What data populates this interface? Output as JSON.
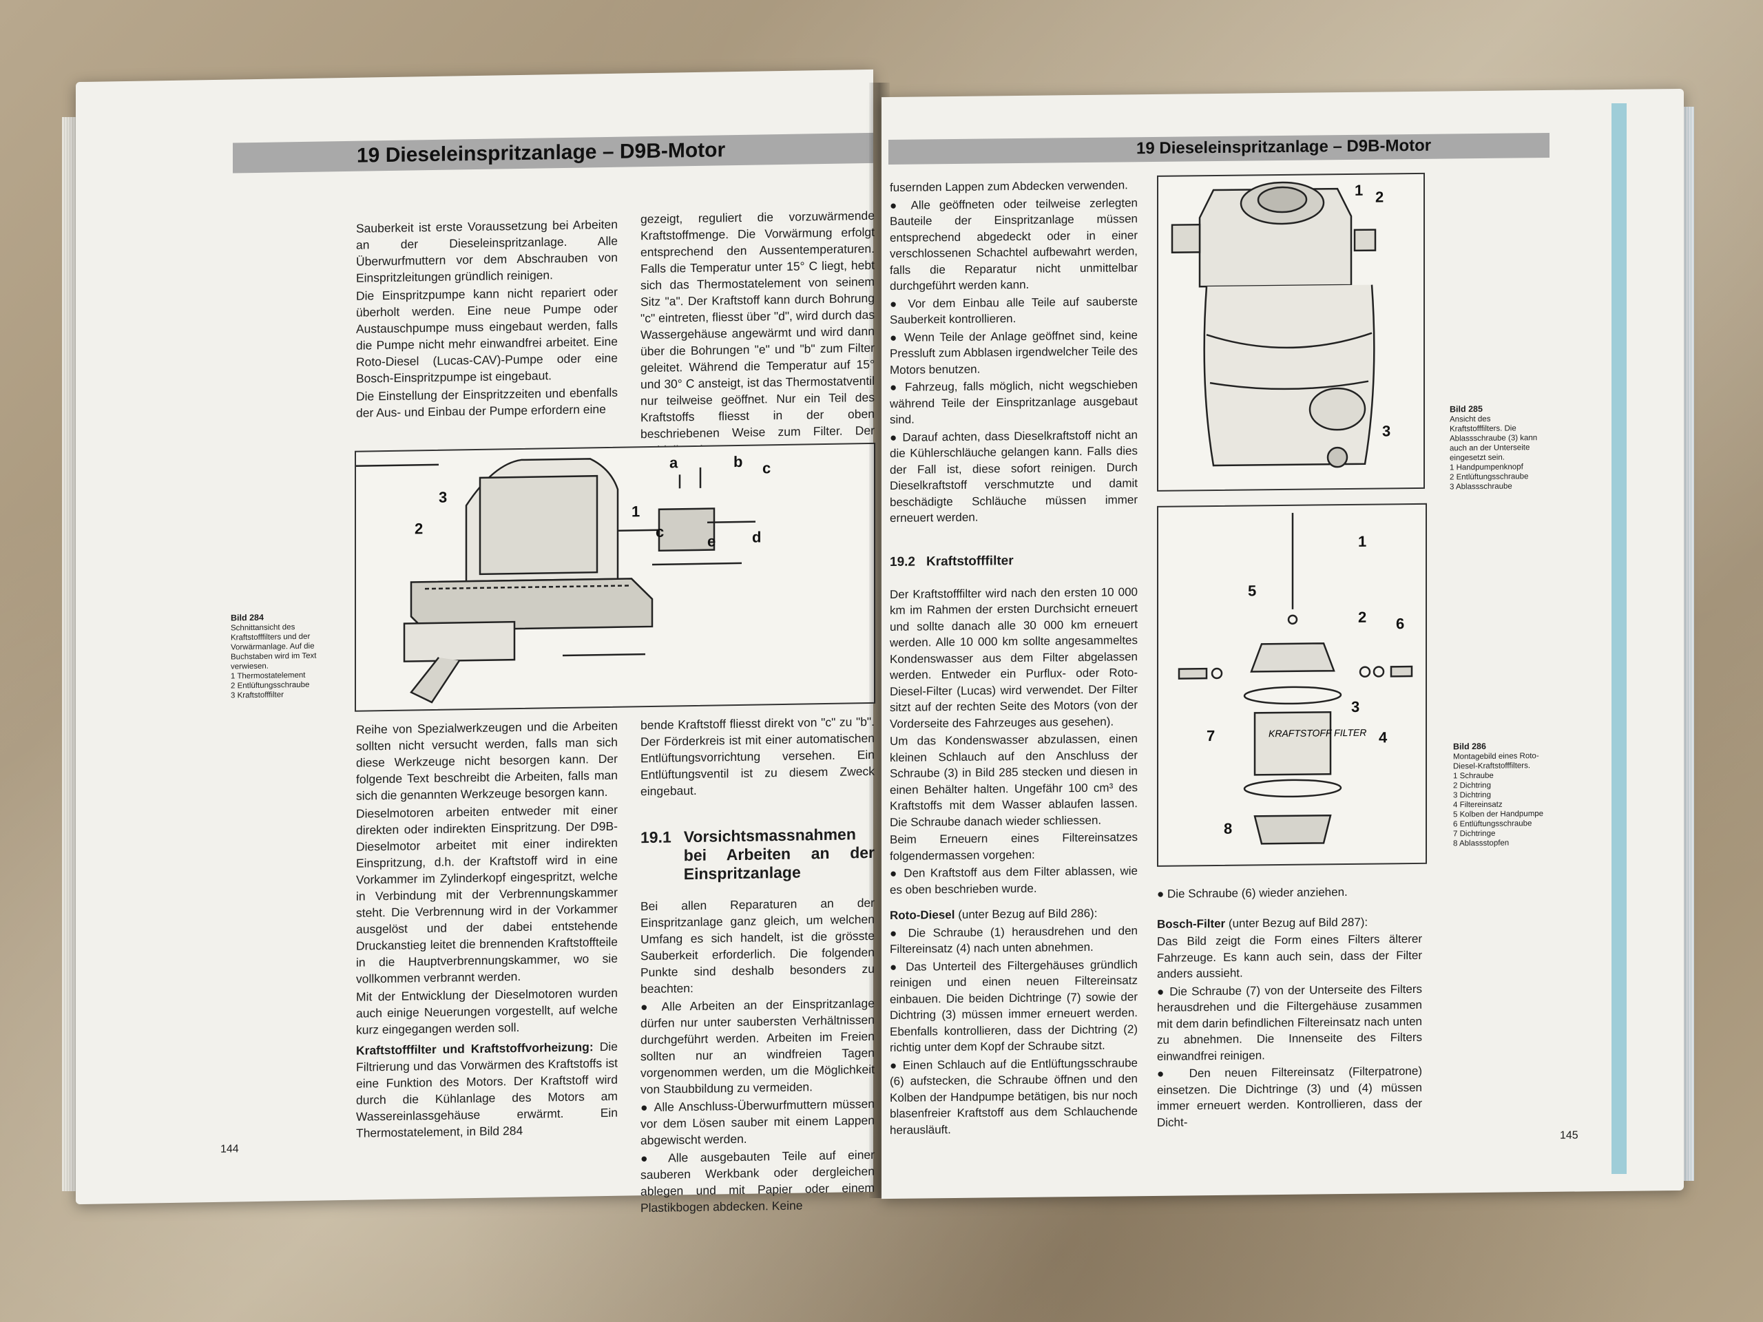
{
  "header": {
    "left_title": "19 Dieseleinspritzanlage – D9B-Motor",
    "right_title": "19 Dieseleinspritzanlage – D9B-Motor"
  },
  "left": {
    "page_number": "144",
    "col1": [
      "Sauberkeit ist erste Voraussetzung bei Arbeiten an der Dieseleinspritzanlage. Alle Überwurfmuttern vor dem Abschrauben von Einspritzleitungen gründlich reinigen.",
      "Die Einspritzpumpe kann nicht repariert oder überholt werden. Eine neue Pumpe oder Austauschpumpe muss eingebaut werden, falls die Pumpe nicht mehr einwandfrei arbeitet. Eine Roto-Diesel (Lucas-CAV)-Pumpe oder eine Bosch-Einspritzpumpe ist eingebaut.",
      "Die Einstellung der Einspritzzeiten und ebenfalls der Aus- und Einbau der Pumpe erfordern eine"
    ],
    "col2": [
      "gezeigt, reguliert die vorzuwärmende Kraftstoffmenge. Die Vorwärmung erfolgt entsprechend den Aussentemperaturen. Falls die Temperatur unter 15° C liegt, hebt sich das Thermostatelement von seinem Sitz \"a\". Der Kraftstoff kann durch Bohrung \"c\" eintreten, fliesst über \"d\", wird durch das Wassergehäuse angewärmt und wird dann über die Bohrungen \"e\" und \"b\" zum Filter geleitet. Während die Temperatur auf 15° und 30° C ansteigt, ist das Thermostatventil nur teilweise geöffnet. Nur ein Teil des Kraftstoffs fliesst in der oben beschriebenen Weise zum Filter. Der verbleibende"
    ],
    "fig284": {
      "caption_title": "Bild 284",
      "caption_text": "Schnittansicht des Kraftstofffilters und der Vorwärmanlage. Auf die Buchstaben wird im Text verwiesen.",
      "items": [
        "1  Thermostatelement",
        "2  Entlüftungsschraube",
        "3  Kraftstofffilter"
      ],
      "labels": [
        "1",
        "2",
        "3",
        "a",
        "b",
        "c",
        "d",
        "e",
        "c"
      ]
    },
    "col1b": [
      "Reihe von Spezialwerkzeugen und die Arbeiten sollten nicht versucht werden, falls man sich diese Werkzeuge nicht besorgen kann. Der folgende Text beschreibt die Arbeiten, falls man sich die genannten Werkzeuge besorgen kann.",
      "Dieselmotoren arbeiten entweder mit einer direkten oder indirekten Einspritzung. Der D9B-Dieselmotor arbeitet mit einer indirekten Einspritzung, d.h. der Kraftstoff wird in eine Vorkammer im Zylinderkopf eingespritzt, welche in Verbindung mit der Verbrennungskammer steht. Die Verbrennung wird in der Vorkammer ausgelöst und der dabei entstehende Druckanstieg leitet die brennenden Kraftstoffteile in die Hauptverbrennungskammer, wo sie vollkommen verbrannt werden.",
      "Mit der Entwicklung der Dieselmotoren wurden auch einige Neuerungen vorgestellt, auf welche kurz eingegangen werden soll."
    ],
    "col1b_heading": "Kraftstofffilter und Kraftstoffvorheizung:",
    "col1b_tail": "Die Filtrierung und das Vorwärmen des Kraftstoffs ist eine Funktion des Motors. Der Kraftstoff wird durch die Kühlanlage des Motors am Wassereinlassgehäuse erwärmt. Ein Thermostatelement, in Bild 284",
    "col2b": "bende Kraftstoff fliesst direkt von \"c\" zu \"b\". Der Förderkreis ist mit einer automatischen Entlüftungsvorrichtung versehen. Ein Entlüftungsventil ist zu diesem Zweck eingebaut.",
    "section_number": "19.1",
    "section_title": "Vorsichtsmassnahmen bei Arbeiten an der Einspritzanlage",
    "col2c": [
      "Bei allen Reparaturen an der Einspritzanlage ganz gleich, um welchen Umfang es sich handelt, ist die grösste Sauberkeit erforderlich. Die folgenden Punkte sind deshalb besonders zu beachten:"
    ],
    "col2c_bullets": [
      "Alle Arbeiten an der Einspritzanlage dürfen nur unter saubersten Verhältnissen durchgeführt werden. Arbeiten im Freien sollten nur an windfreien Tagen vorgenommen werden, um die Möglichkeit von Staubbildung zu vermeiden.",
      "Alle Anschluss-Überwurfmuttern müssen vor dem Lösen sauber mit einem Lappen abgewischt werden.",
      "Alle ausgebauten Teile auf einer sauberen Werkbank oder dergleichen ablegen und mit Papier oder einem Plastikbogen abdecken. Keine"
    ]
  },
  "right": {
    "page_number": "145",
    "col1_intro": "fusernden Lappen zum Abdecken verwenden.",
    "col1_bullets": [
      "Alle geöffneten oder teilweise zerlegten Bauteile der Einspritzanlage müssen entsprechend abgedeckt oder in einer verschlossenen Schachtel aufbewahrt werden, falls die Reparatur nicht unmittelbar durchgeführt werden kann.",
      "Vor dem Einbau alle Teile auf sauberste Sauberkeit kontrollieren.",
      "Wenn Teile der Anlage geöffnet sind, keine Pressluft zum Abblasen irgendwelcher Teile des Motors benutzen.",
      "Fahrzeug, falls möglich, nicht wegschieben während Teile der Einspritzanlage ausgebaut sind.",
      "Darauf achten, dass Dieselkraftstoff nicht an die Kühlerschläuche gelangen kann. Falls dies der Fall ist, diese sofort reinigen. Durch Dieselkraftstoff verschmutzte und damit beschädigte Schläuche müssen immer erneuert werden."
    ],
    "section_number": "19.2",
    "section_title": "Kraftstofffilter",
    "col1b": [
      "Der Kraftstofffilter wird nach den ersten 10 000 km im Rahmen der ersten Durchsicht erneuert und sollte danach alle 30 000 km erneuert werden. Alle 10 000 km sollte angesammeltes Kondenswasser aus dem Filter abgelassen werden. Entweder ein Purflux- oder Roto-Diesel-Filter (Lucas) wird verwendet. Der Filter sitzt auf der rechten Seite des Motors (von der Vorderseite des Fahrzeuges aus gesehen).",
      "Um das Kondenswasser abzulassen, einen kleinen Schlauch auf den Anschluss der Schraube (3) in Bild 285 stecken und diesen in einen Behälter halten. Ungefähr 100 cm³ des Kraftstoffs mit dem Wasser ablaufen lassen. Die Schraube danach wieder schliessen.",
      "Beim Erneuern eines Filtereinsatzes folgendermassen vorgehen:"
    ],
    "col1b_bullet": "Den Kraftstoff aus dem Filter ablassen, wie es oben beschrieben wurde.",
    "roto_heading": "Roto-Diesel",
    "roto_ref": "(unter Bezug auf Bild 286):",
    "roto_bullets": [
      "Die Schraube (1) herausdrehen und den Filtereinsatz (4) nach unten abnehmen.",
      "Das Unterteil des Filtergehäuses gründlich reinigen und einen neuen Filtereinsatz einbauen. Die beiden Dichtringe (7) sowie der Dichtring (3) müssen immer erneuert werden. Ebenfalls kontrollieren, dass der Dichtring (2) richtig unter dem Kopf der Schraube sitzt.",
      "Einen Schlauch auf die Entlüftungsschraube (6) aufstecken, die Schraube öffnen und den Kolben der Handpumpe betätigen, bis nur noch blasenfreier Kraftstoff aus dem Schlauchende herausläuft."
    ],
    "col2_bullet1": "Die Schraube (6) wieder anziehen.",
    "bosch_heading": "Bosch-Filter",
    "bosch_ref": "(unter Bezug auf Bild 287):",
    "bosch_text": "Das Bild zeigt die Form eines Filters älterer Fahrzeuge. Es kann auch sein, dass der Filter anders aussieht.",
    "bosch_bullets": [
      "Die Schraube (7) von der Unterseite des Filters herausdrehen und die Filtergehäuse zusammen mit dem darin befindlichen Filtereinsatz nach unten zu abnehmen. Die Innenseite des Filters einwandfrei reinigen.",
      "Den neuen Filtereinsatz (Filterpatrone) einsetzen. Die Dichtringe (3) und (4) müssen immer erneuert werden. Kontrollieren, dass der Dicht-"
    ],
    "fig285": {
      "caption_title": "Bild 285",
      "caption_text": "Ansicht des Kraftstofffilters. Die Ablassschraube (3) kann auch an der Unterseite eingesetzt sein.",
      "items": [
        "1  Handpumpenknopf",
        "2  Entlüftungsschraube",
        "3  Ablassschraube"
      ],
      "labels": [
        "1",
        "2",
        "3"
      ]
    },
    "fig286": {
      "caption_title": "Bild 286",
      "caption_text": "Montagebild eines Roto-Diesel-Kraftstofffilters.",
      "items": [
        "1  Schraube",
        "2  Dichtring",
        "3  Dichtring",
        "4  Filtereinsatz",
        "5  Kolben der Handpumpe",
        "6  Entlüftungsschraube",
        "7  Dichtringe",
        "8  Ablassstopfen"
      ],
      "labels": [
        "1",
        "2",
        "3",
        "4",
        "5",
        "6",
        "7",
        "8"
      ],
      "element_label": "KRAFTSTOFF\nFILTER"
    }
  }
}
